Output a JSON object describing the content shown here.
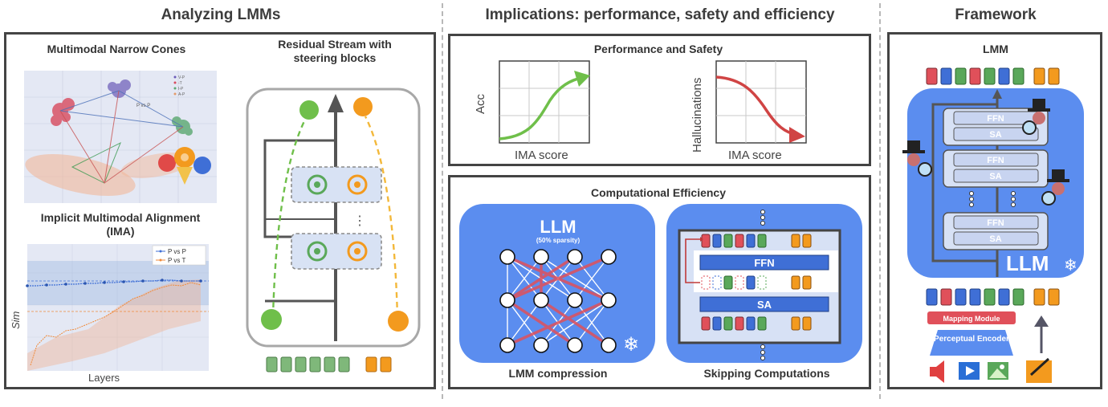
{
  "headers": {
    "analyzing": "Analyzing LMMs",
    "implications": "Implications: performance, safety and efficiency",
    "framework": "Framework"
  },
  "analyzing": {
    "cones_title": "Multimodal Narrow Cones",
    "cones_legend": [
      "V-P",
      "-T",
      "I-P",
      "A-P"
    ],
    "cones_label": "P vs P",
    "ima_title": "Implicit Multimodal Alignment (IMA)",
    "ima_legend": [
      "P vs P",
      "P vs T"
    ],
    "ima_ylabel": "Sim",
    "ima_xlabel": "Layers",
    "residual_title": "Residual Stream with steering blocks",
    "ellipsis": "⋮"
  },
  "performance": {
    "title": "Performance and Safety",
    "left_ylabel": "Acc",
    "left_xlabel": "IMA score",
    "right_ylabel": "Hallucinations",
    "right_xlabel": "IMA score"
  },
  "efficiency": {
    "title": "Computational Efficiency",
    "llm_label": "LLM",
    "sparsity": "(50% sparsity)",
    "compression_caption": "LMM compression",
    "ffn_label": "FFN",
    "sa_label": "SA",
    "skipping_caption": "Skipping Computations"
  },
  "framework": {
    "title": "LMM",
    "ffn_label": "FFN",
    "sa_label": "SA",
    "llm_label": "LLM",
    "mapping_module": "Mapping Module",
    "encoder_label": "Perceptual Encoder"
  },
  "colors": {
    "blue_bg": "#5b8def",
    "token_red": "#e0505a",
    "token_blue": "#3f6fd6",
    "token_green": "#5aa85a",
    "token_orange": "#f39a1e",
    "token_sage": "#7fb87a",
    "steer_green": "#6fbf4a",
    "steer_orange": "#f39a1e"
  }
}
